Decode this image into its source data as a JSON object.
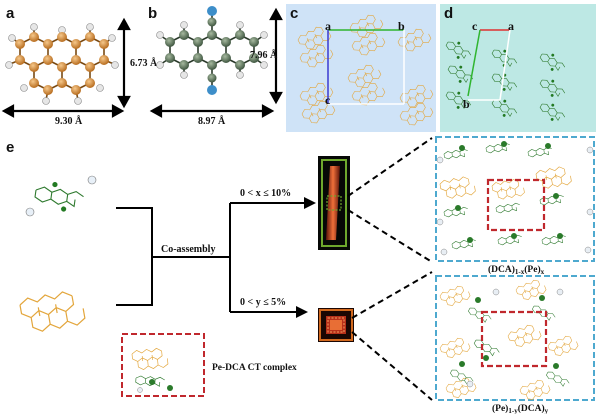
{
  "panels": {
    "a": {
      "label": "a",
      "width": "9.30 Å",
      "height": "6.73 Å"
    },
    "b": {
      "label": "b",
      "width": "8.97 Å",
      "height": "7.96 Å"
    },
    "c": {
      "label": "c",
      "axes": [
        "a",
        "b",
        "c"
      ]
    },
    "d": {
      "label": "d",
      "axes": [
        "c",
        "a",
        "b"
      ]
    },
    "e": {
      "label": "e"
    }
  },
  "schematic": {
    "coassembly": "Co-assembly",
    "upper_condition": "0 < x ≤ 10%",
    "lower_condition": "0 < y ≤ 5%",
    "legend_label": "Pe-DCA  CT complex",
    "upper_formula": {
      "base1": "(DCA)",
      "sub1": "1-x",
      "base2": "(Pe)",
      "sub2": "x"
    },
    "lower_formula": {
      "base1": "(Pe)",
      "sub1": "1-y",
      "base2": "(DCA)",
      "sub2": "y"
    }
  },
  "colors": {
    "pe": "#e3a63c",
    "dca": "#2f7a2f",
    "ct_box": "#c0282d",
    "cell_c": "#cfe3f7",
    "cell_d": "#bde8e4",
    "zoom_box": "#4ea9cf"
  }
}
